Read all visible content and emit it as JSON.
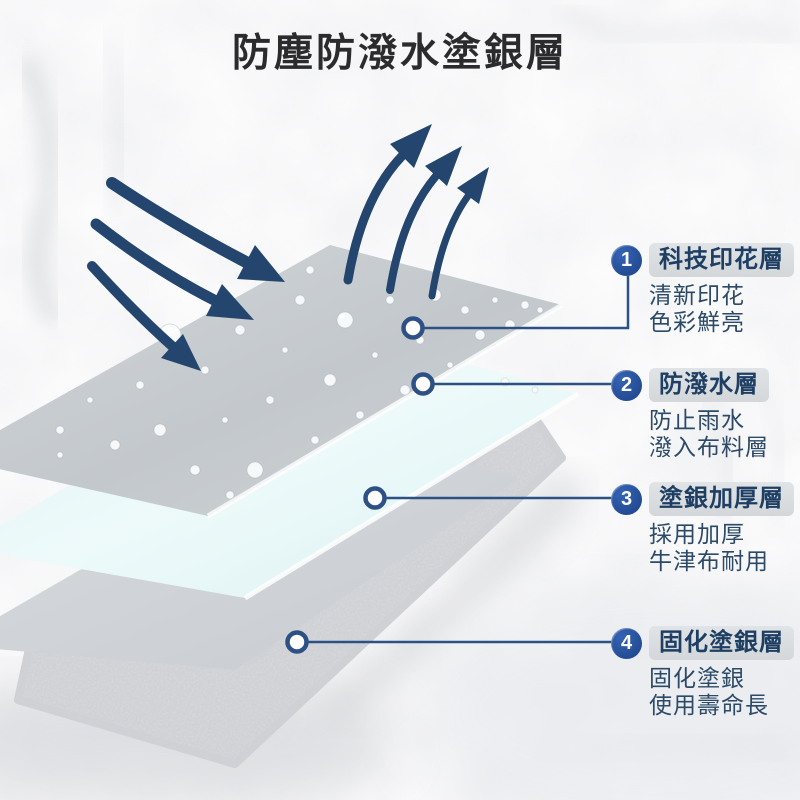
{
  "title": "防塵防潑水塗銀層",
  "callouts": [
    {
      "num": "1",
      "label": "科技印花層",
      "lines": [
        "清新印花",
        "色彩鮮亮"
      ]
    },
    {
      "num": "2",
      "label": "防潑水層",
      "lines": [
        "防止雨水",
        "潑入布料層"
      ]
    },
    {
      "num": "3",
      "label": "塗銀加厚層",
      "lines": [
        "採用加厚",
        "牛津布耐用"
      ]
    },
    {
      "num": "4",
      "label": "固化塗銀層",
      "lines": [
        "固化塗銀",
        "使用壽命長"
      ]
    }
  ],
  "colors": {
    "badge_blue": "#2a519c",
    "connector_navy": "#2d5184",
    "arrow_navy": "#24466e",
    "label_text": "#1e3f63",
    "sub_text": "#2c4a68",
    "pill_bg": "#d8dbde",
    "title_text": "#2b2b2e",
    "layer_print_gray": "#c8cdd1",
    "layer_water_cyan": "#e3f4f5",
    "layer_silver_gray": "#d0d4d8",
    "layer_fabric_gray": "#c3c5c8",
    "background": "#fcfcfd"
  }
}
